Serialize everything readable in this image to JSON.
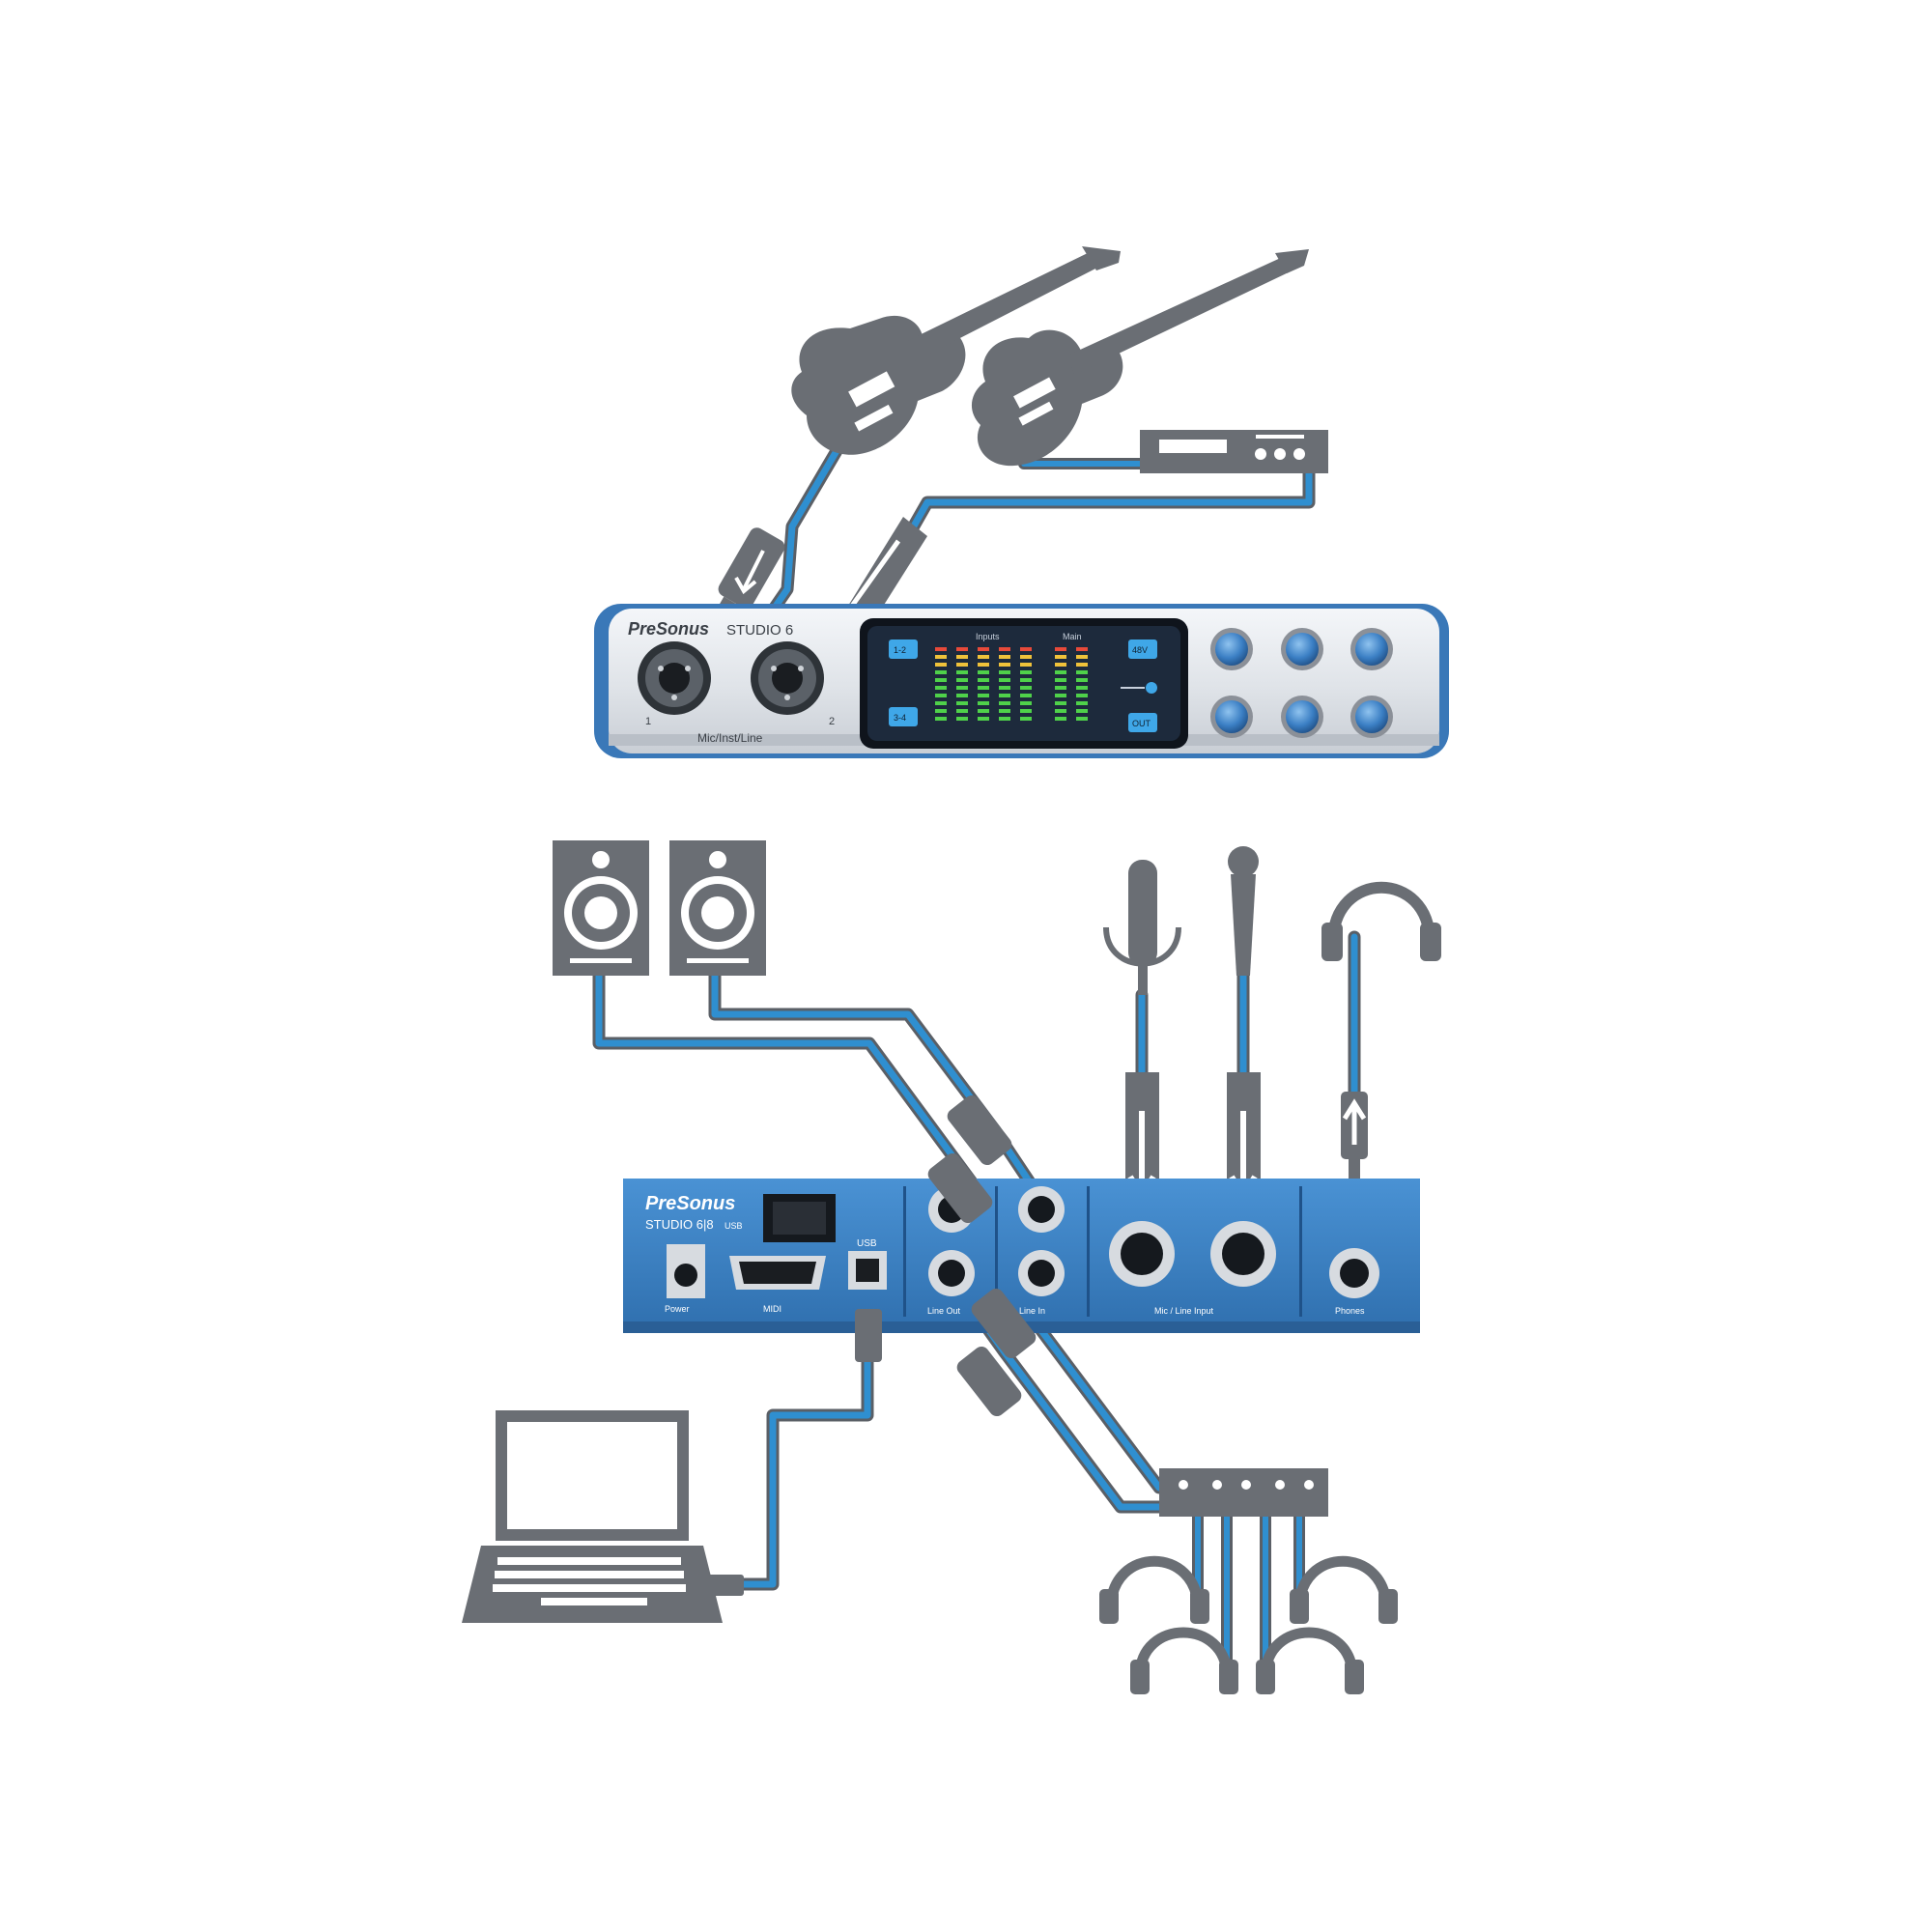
{
  "colors": {
    "cable": "#2f8fd0",
    "cable_outline": "#5a5f66",
    "device_gray": "#6a6e74",
    "front_panel": "#e6e9ee",
    "front_edge": "#3a78b8",
    "rear_panel": "#3d83c6",
    "display_bg": "#1d2a3c",
    "knob": "#3b7fc4"
  },
  "front_unit": {
    "brand": "PreSonus",
    "model": "STUDIO 6",
    "input_1": "1",
    "input_2": "2",
    "inputs_label": "Mic/Inst/Line",
    "display_inputs_label": "Inputs",
    "display_main_label": "Main",
    "display_button_tl": "1-2",
    "display_button_bl": "3-4",
    "display_button_tr": "48V",
    "display_button_br": "OUT"
  },
  "rear_unit": {
    "brand": "PreSonus",
    "model": "STUDIO 6|8",
    "model_suffix": "USB",
    "power_label": "Power",
    "midi_label": "MIDI",
    "usb_label": "USB",
    "line_out_label": "Line Out",
    "line_in_label": "Line In",
    "mic_line_label": "Mic / Line Input",
    "phones_label": "Phones"
  },
  "icons": [
    "electric-guitar-icon",
    "rack-effects-unit-icon",
    "studio-monitor-icon",
    "condenser-microphone-icon",
    "dynamic-microphone-icon",
    "headphones-icon",
    "laptop-icon",
    "headphone-amplifier-icon",
    "arrow-icon"
  ]
}
